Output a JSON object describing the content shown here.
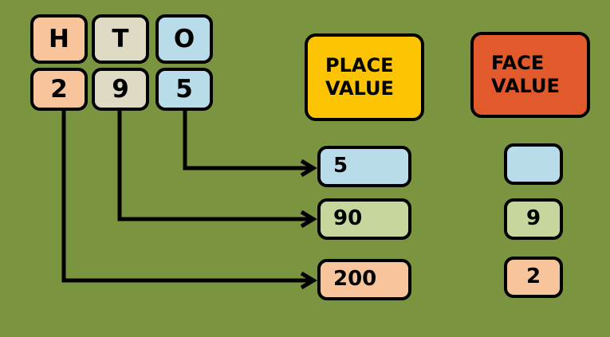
{
  "background_color": "#7b9440",
  "place_value_chart": {
    "headers": [
      {
        "label": "H",
        "color": "#f7c49b"
      },
      {
        "label": "T",
        "color": "#dedac4"
      },
      {
        "label": "O",
        "color": "#b9dcea"
      }
    ],
    "digits": [
      {
        "label": "2",
        "color": "#f7c49b"
      },
      {
        "label": "9",
        "color": "#dedac4"
      },
      {
        "label": "5",
        "color": "#b9dcea"
      }
    ]
  },
  "columns": {
    "place_value": {
      "title_line1": "PLACE",
      "title_line2": "VALUE",
      "color": "#fbc302",
      "values": [
        {
          "label": "5",
          "color": "#b9dcea"
        },
        {
          "label": "90",
          "color": "#c6d69c"
        },
        {
          "label": "200",
          "color": "#f7c49b"
        }
      ]
    },
    "face_value": {
      "title_line1": "FACE",
      "title_line2": "VALUE",
      "color": "#e2592b",
      "values": [
        {
          "label": "",
          "color": "#b9dcea"
        },
        {
          "label": "9",
          "color": "#c6d69c"
        },
        {
          "label": "2",
          "color": "#f7c49b"
        }
      ]
    }
  },
  "connectors": [
    {
      "from": "5",
      "to": "place-value-5"
    },
    {
      "from": "9",
      "to": "place-value-90"
    },
    {
      "from": "2",
      "to": "place-value-200"
    }
  ]
}
